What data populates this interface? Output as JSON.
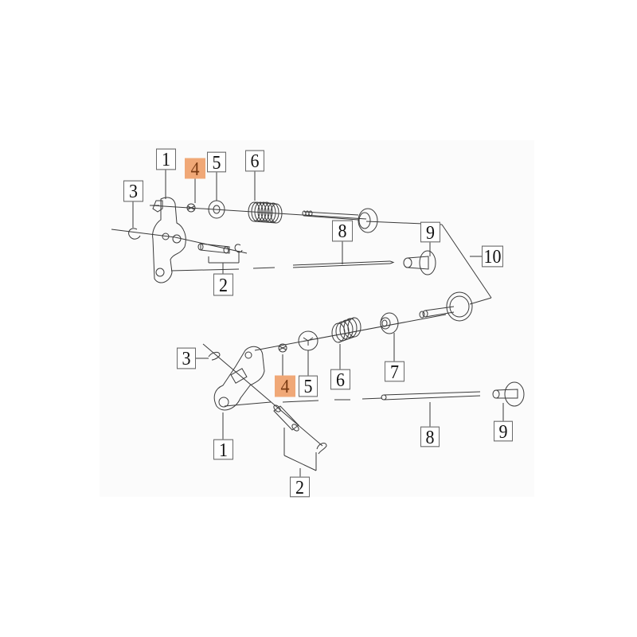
{
  "diagram": {
    "type": "exploded parts diagram",
    "subject": "rocker arm / valve train assembly",
    "colors": {
      "background": "#ffffff",
      "panel": "#fbfbfb",
      "line": "#3a3a3a",
      "highlight": "#f0a877",
      "highlight_text": "#7a3a12"
    },
    "upper_assembly": {
      "callouts": [
        {
          "id": "1",
          "label": "1",
          "highlighted": false
        },
        {
          "id": "4",
          "label": "4",
          "highlighted": true
        },
        {
          "id": "5",
          "label": "5",
          "highlighted": false
        },
        {
          "id": "6",
          "label": "6",
          "highlighted": false
        },
        {
          "id": "3",
          "label": "3",
          "highlighted": false
        },
        {
          "id": "8",
          "label": "8",
          "highlighted": false
        },
        {
          "id": "9",
          "label": "9",
          "highlighted": false
        },
        {
          "id": "2",
          "label": "2",
          "highlighted": false
        }
      ]
    },
    "shared_callouts": [
      {
        "id": "10",
        "label": "10",
        "highlighted": false
      }
    ],
    "lower_assembly": {
      "callouts": [
        {
          "id": "3",
          "label": "3",
          "highlighted": false
        },
        {
          "id": "4",
          "label": "4",
          "highlighted": true
        },
        {
          "id": "5",
          "label": "5",
          "highlighted": false
        },
        {
          "id": "6",
          "label": "6",
          "highlighted": false
        },
        {
          "id": "7",
          "label": "7",
          "highlighted": false
        },
        {
          "id": "1",
          "label": "1",
          "highlighted": false
        },
        {
          "id": "8",
          "label": "8",
          "highlighted": false
        },
        {
          "id": "9",
          "label": "9",
          "highlighted": false
        },
        {
          "id": "2",
          "label": "2",
          "highlighted": false
        }
      ]
    }
  }
}
